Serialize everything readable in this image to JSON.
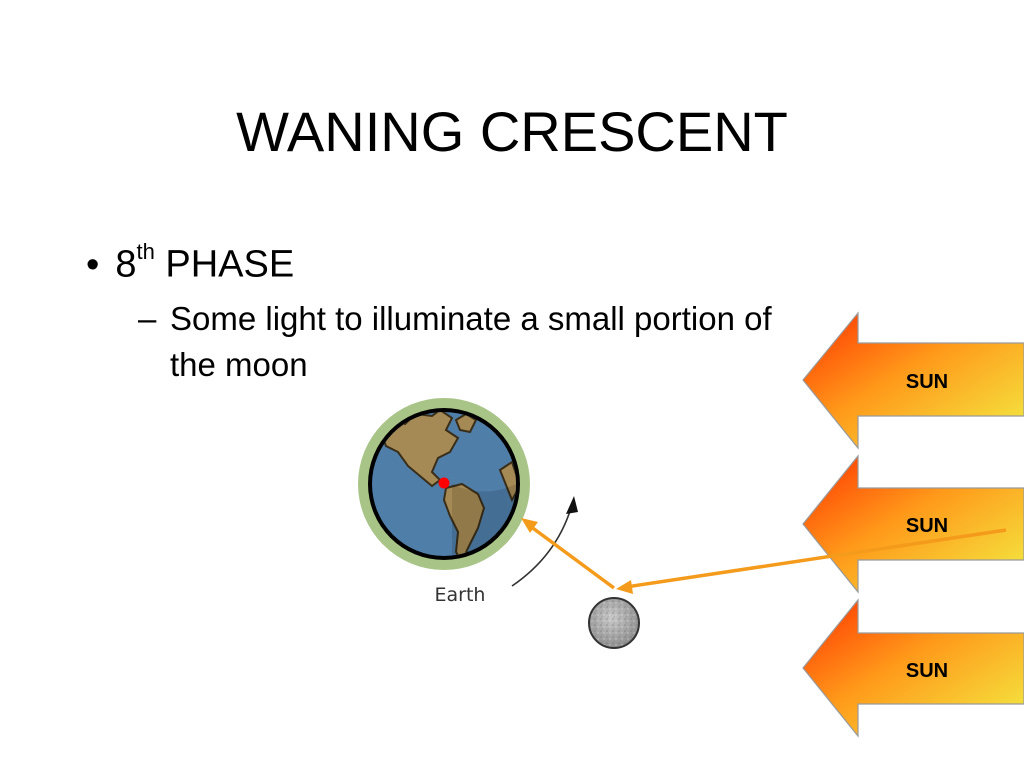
{
  "slide": {
    "title": "WANING CRESCENT",
    "bullet1": {
      "number": "8",
      "superscript": "th",
      "text": "PHASE"
    },
    "bullet2": {
      "line1": "Some light to illuminate a small portion of",
      "line2": "the moon"
    }
  },
  "diagram": {
    "earth_label": "Earth",
    "sun_labels": [
      "SUN",
      "SUN",
      "SUN"
    ]
  },
  "colors": {
    "arrow_light": "#f59b1c",
    "sun_red": "#ff3300",
    "sun_yellow": "#f2ef45",
    "earth_ring": "#a8c486",
    "ocean": "#4f7ea9",
    "land": "#a68a55",
    "marker": "#ff0000"
  }
}
